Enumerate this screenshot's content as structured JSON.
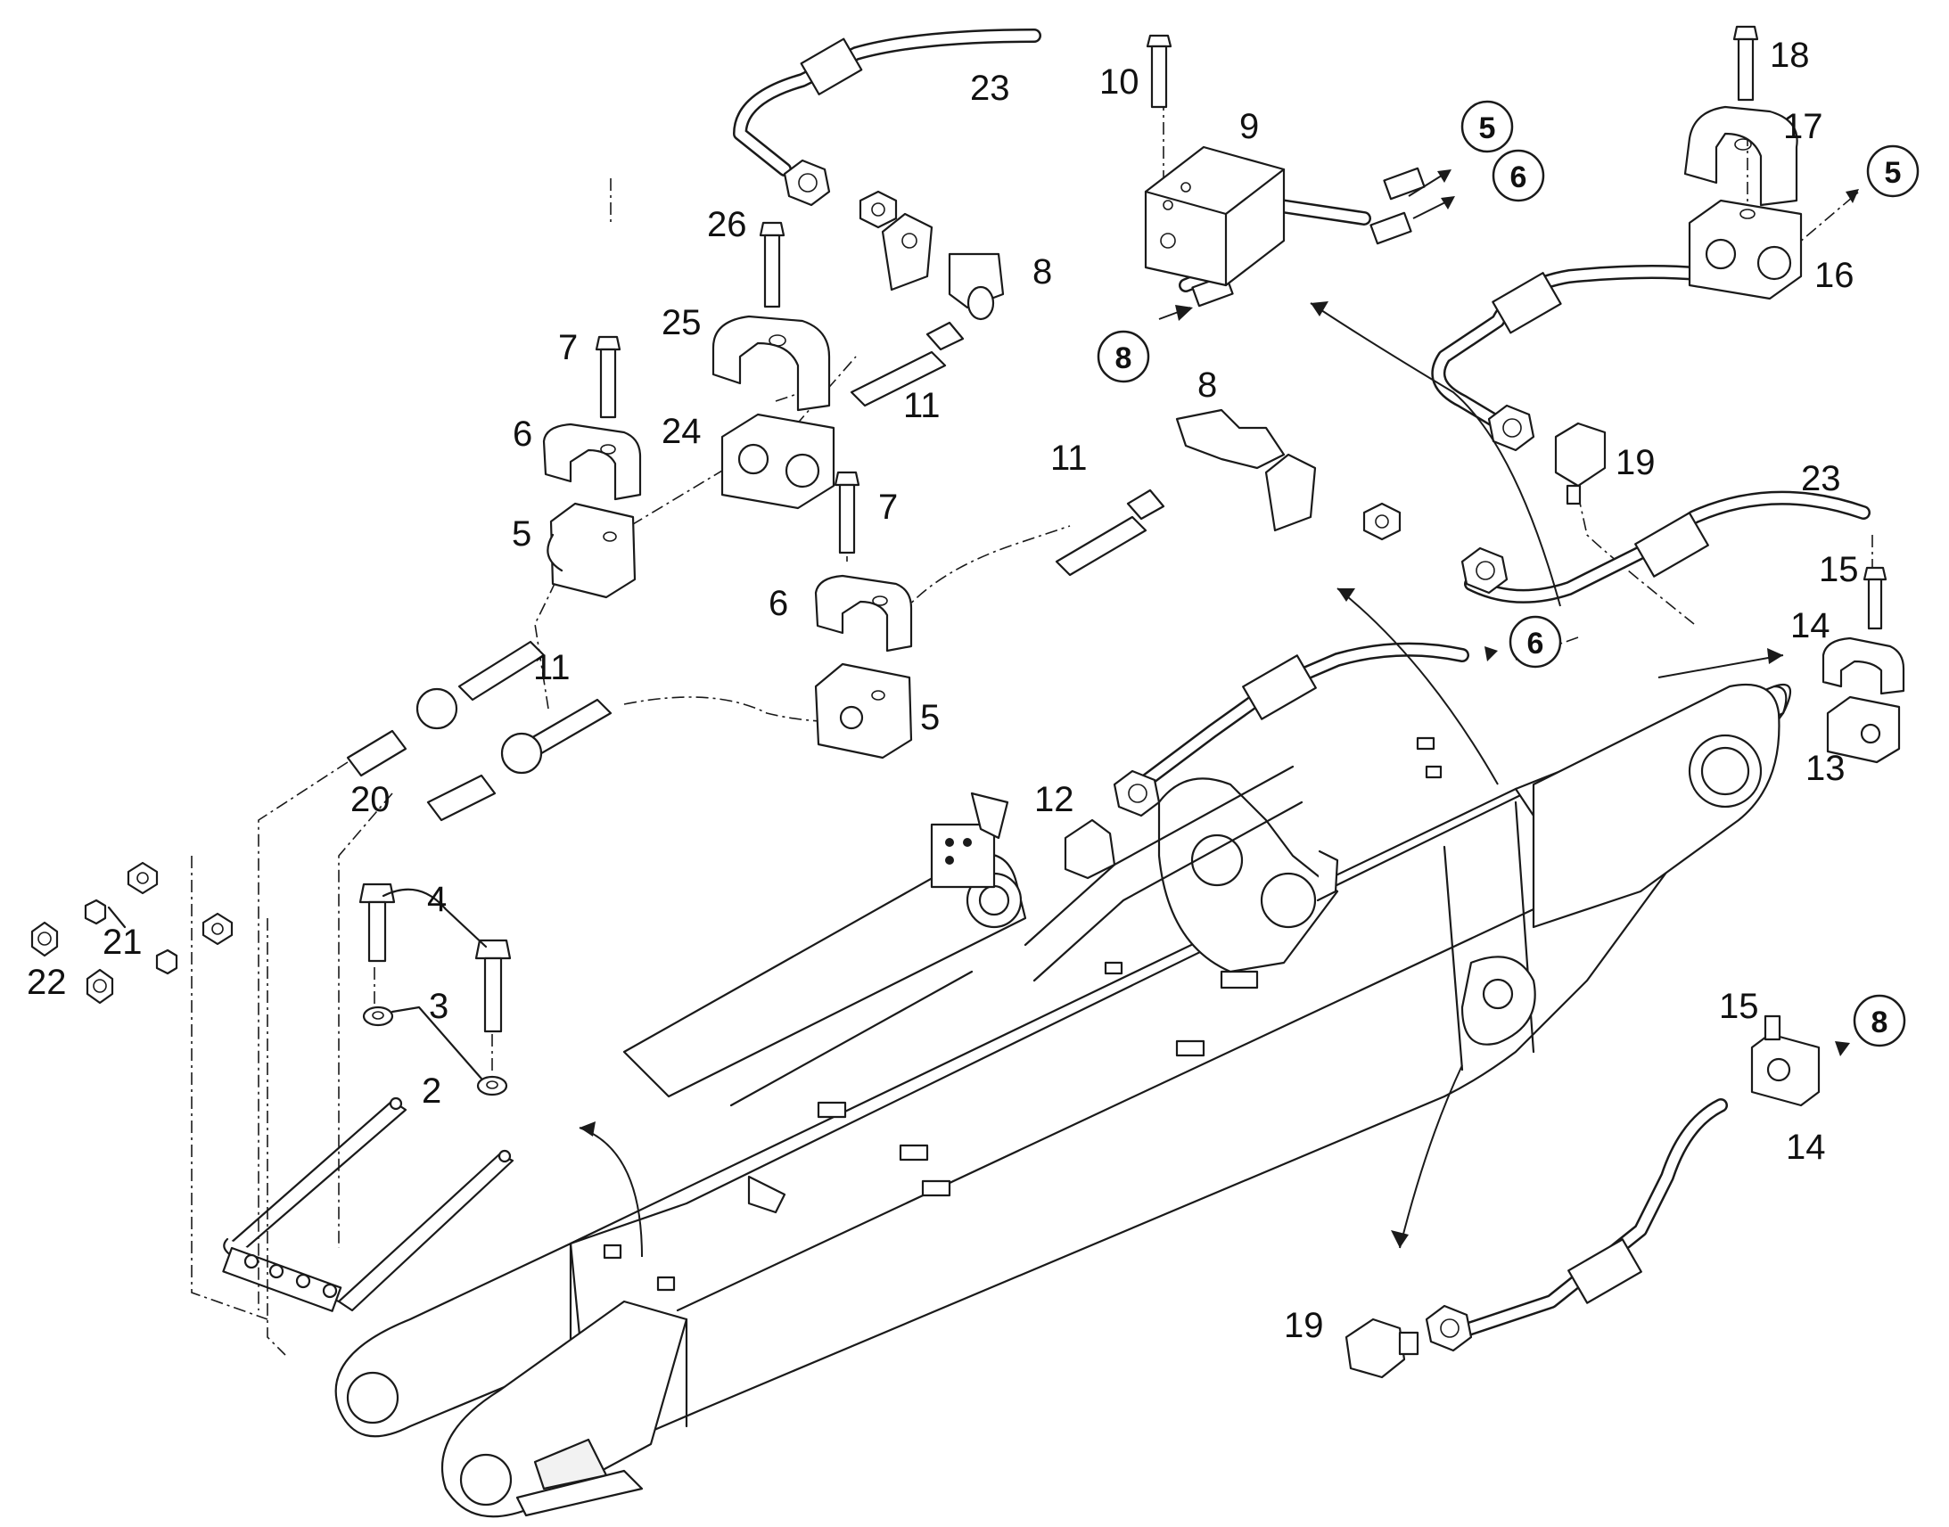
{
  "labels": [
    {
      "id": "l23a",
      "text": "23"
    },
    {
      "id": "l10",
      "text": "10"
    },
    {
      "id": "l9",
      "text": "9"
    },
    {
      "id": "l18",
      "text": "18"
    },
    {
      "id": "l17",
      "text": "17"
    },
    {
      "id": "l26",
      "text": "26"
    },
    {
      "id": "l8a",
      "text": "8"
    },
    {
      "id": "l16",
      "text": "16"
    },
    {
      "id": "l25",
      "text": "25"
    },
    {
      "id": "l7a",
      "text": "7"
    },
    {
      "id": "l8b",
      "text": "8"
    },
    {
      "id": "l11a",
      "text": "11"
    },
    {
      "id": "l6a",
      "text": "6"
    },
    {
      "id": "l24",
      "text": "24"
    },
    {
      "id": "l11b",
      "text": "11"
    },
    {
      "id": "l19a",
      "text": "19"
    },
    {
      "id": "l7b",
      "text": "7"
    },
    {
      "id": "l23b",
      "text": "23"
    },
    {
      "id": "l5a",
      "text": "5"
    },
    {
      "id": "l15a",
      "text": "15"
    },
    {
      "id": "l6b",
      "text": "6"
    },
    {
      "id": "l14a",
      "text": "14"
    },
    {
      "id": "l11c",
      "text": "11"
    },
    {
      "id": "l5b",
      "text": "5"
    },
    {
      "id": "l13",
      "text": "13"
    },
    {
      "id": "l20",
      "text": "20"
    },
    {
      "id": "l12",
      "text": "12"
    },
    {
      "id": "l4",
      "text": "4"
    },
    {
      "id": "l21",
      "text": "21"
    },
    {
      "id": "l3",
      "text": "3"
    },
    {
      "id": "l22",
      "text": "22"
    },
    {
      "id": "l15b",
      "text": "15"
    },
    {
      "id": "l2",
      "text": "2"
    },
    {
      "id": "l14b",
      "text": "14"
    },
    {
      "id": "l19b",
      "text": "19"
    }
  ],
  "references": [
    {
      "id": "r5a",
      "text": "5"
    },
    {
      "id": "r6a",
      "text": "6"
    },
    {
      "id": "r5b",
      "text": "5"
    },
    {
      "id": "r8a",
      "text": "8"
    },
    {
      "id": "r6b",
      "text": "6"
    },
    {
      "id": "r8b",
      "text": "8"
    }
  ]
}
